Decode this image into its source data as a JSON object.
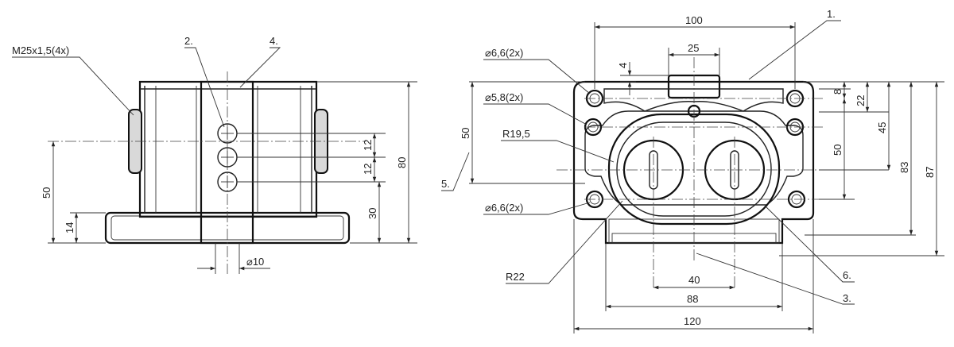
{
  "left_view": {
    "thread": "M25x1,5(4x)",
    "callout_2": "2.",
    "callout_4": "4.",
    "dim_12_a": "12",
    "dim_12_b": "12",
    "dim_80": "80",
    "dim_50": "50",
    "dim_14": "14",
    "dim_30": "30",
    "dim_dia10": "⌀10"
  },
  "right_view": {
    "callout_1": "1.",
    "callout_3": "3.",
    "callout_5": "5.",
    "callout_6": "6.",
    "dim_100": "100",
    "dim_25": "25",
    "dim_4": "4",
    "dim_8": "8",
    "dim_22": "22",
    "dim_45": "45",
    "dim_50v": "50",
    "dim_83": "83",
    "dim_87": "87",
    "dim_50_left": "50",
    "hole_66_top": "⌀6,6(2x)",
    "hole_58": "⌀5,8(2x)",
    "r195": "R19,5",
    "hole_66_bottom": "⌀6,6(2x)",
    "r22": "R22",
    "dim_40": "40",
    "dim_88": "88",
    "dim_120": "120"
  }
}
